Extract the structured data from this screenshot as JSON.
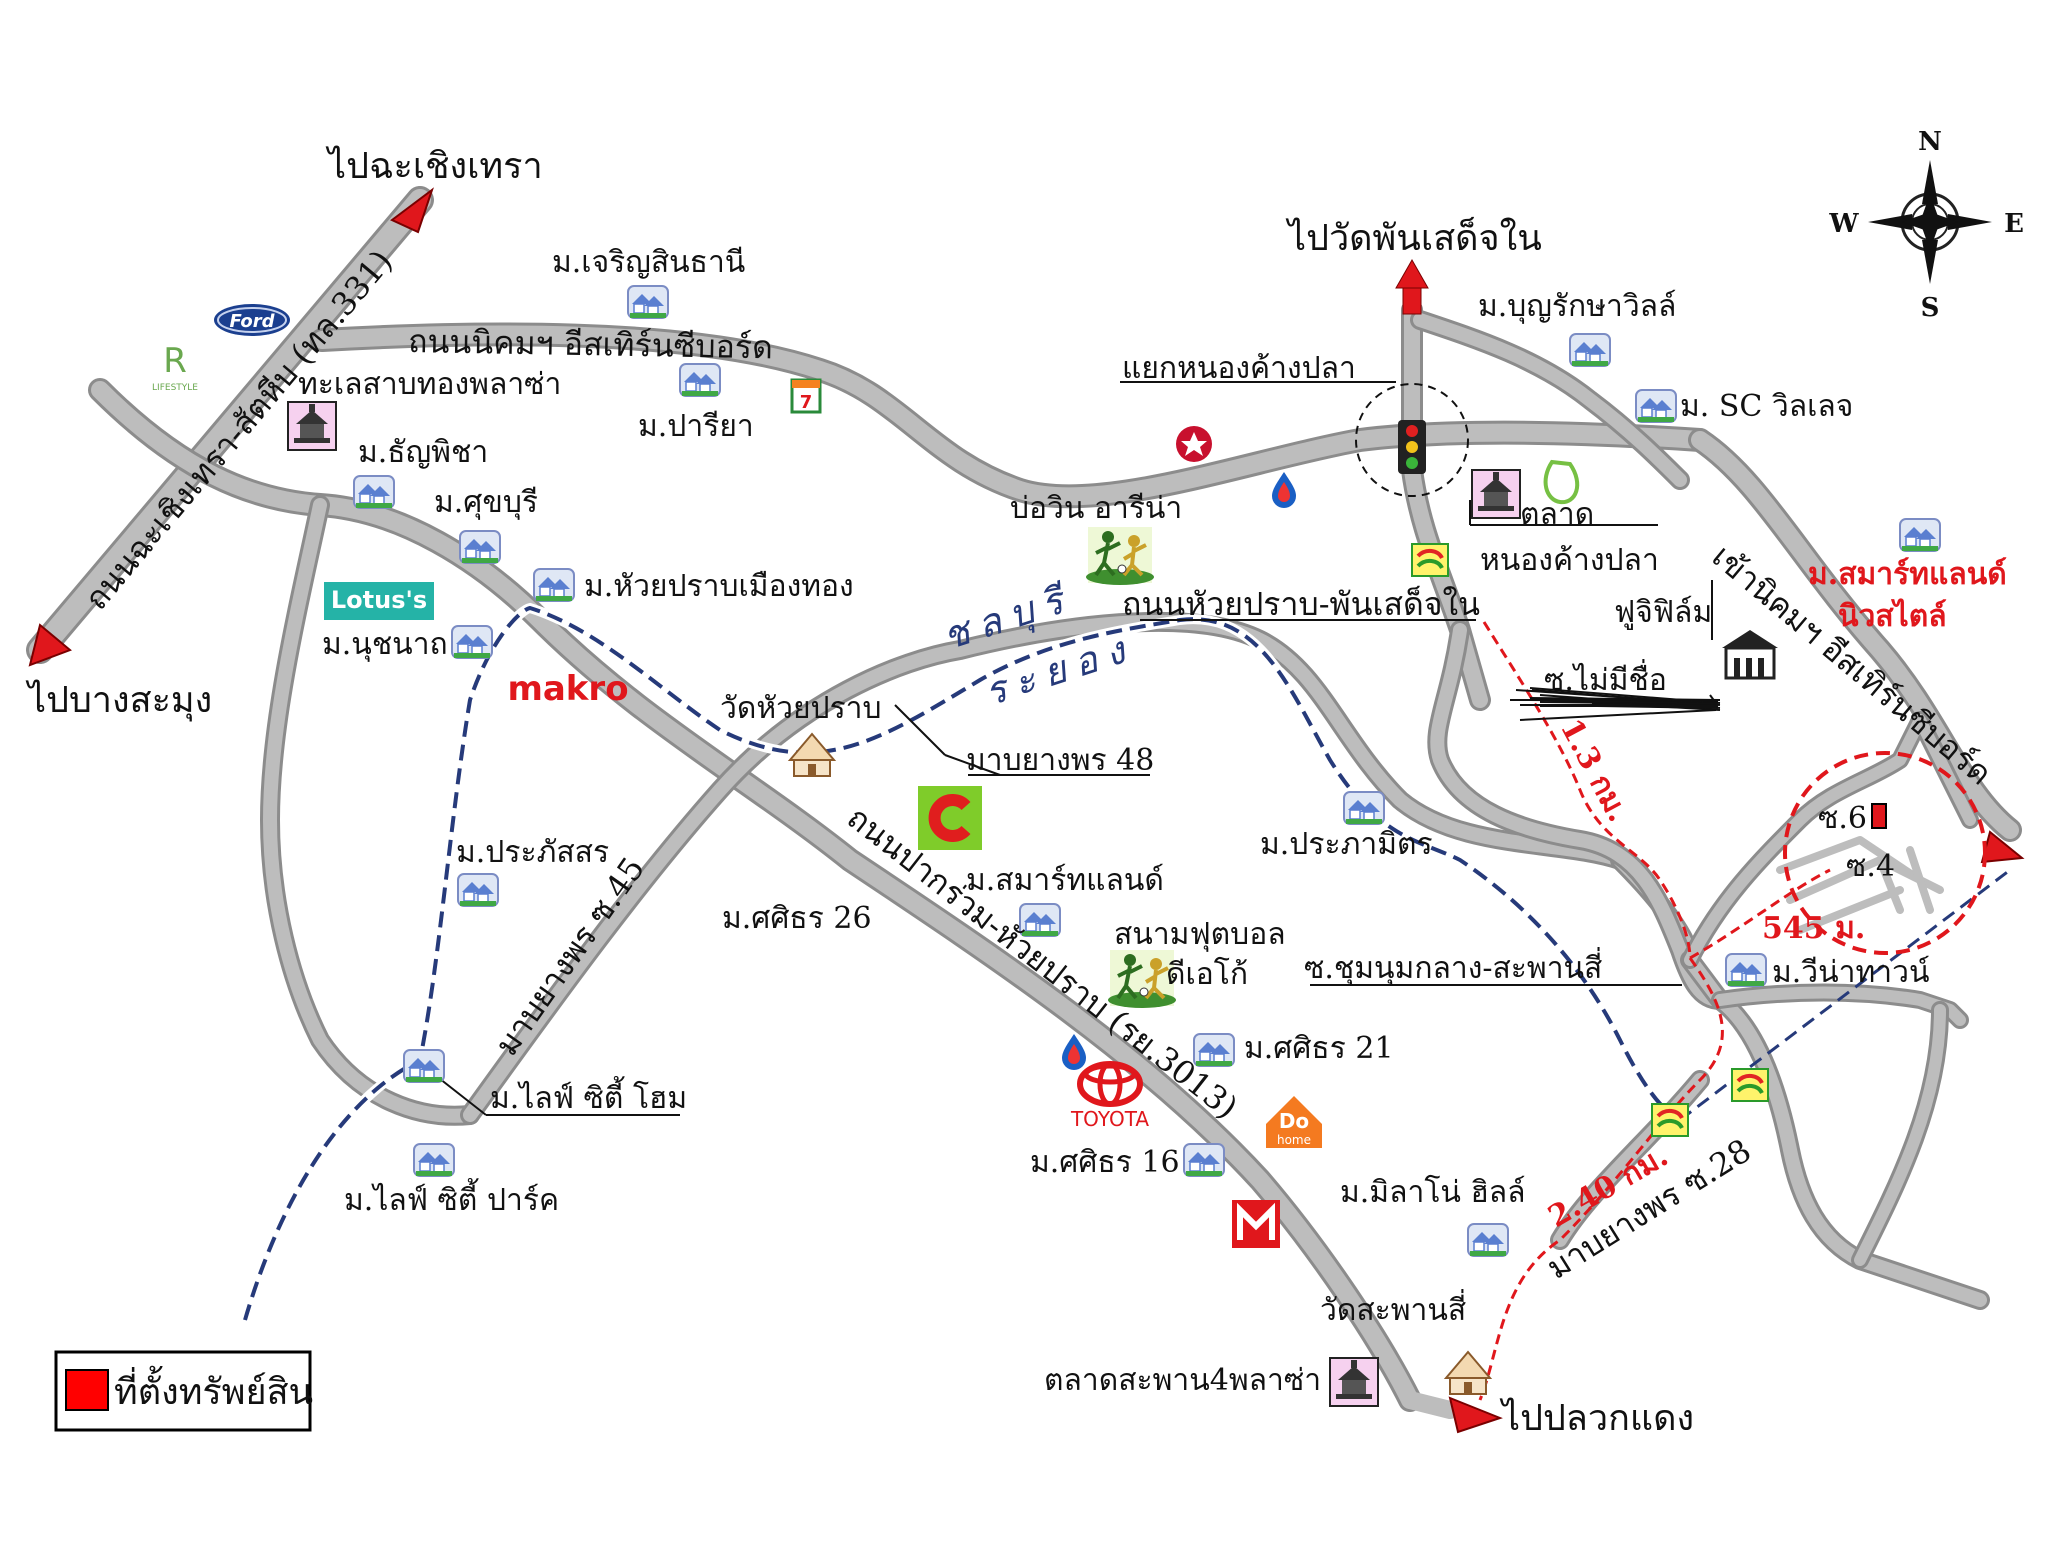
{
  "destinations": {
    "chachoengsao": "ไปฉะเชิงเทรา",
    "bang_samung": "ไปบางสะมุง",
    "wat_phan_sadet_nai": "ไปวัดพันเสด็จใน",
    "pluak_daeng": "ไปปลวกแดง",
    "nikom_entrance": "เข้านิคมฯ อีสเทิร์นซีบอร์ด"
  },
  "roads": {
    "nikom_eastern_seaboard": "ถนนนิคมฯ อีสเทิร์นซีบอร์ด",
    "chachoengsao_sattahip": "ถนนฉะเชิงเทรา-สัตหีบ (ทล.331)",
    "pakkruam_huai_prab": "ถนนปากร่วม-หัวยปราบ (รย.3013)",
    "huai_prab_phan_sadet": "ถนนหัวยปราบ-พันเสด็จใน",
    "mab_yang_phon_45": "มาบยางพร ซ.45",
    "mab_yang_phon_28": "มาบยางพร ซ.28",
    "mab_yang_phon_48": "มาบยางพร 48",
    "soi_chumnum_klang": "ซ.ชุมนุมกลาง-สะพานสี่",
    "soi_mai_mi_chue": "ซ.ไม่มีชื่อ",
    "soi_6": "ซ.6",
    "soi_4": "ซ.4"
  },
  "provinces": {
    "chonburi": "ชลบุรี",
    "rayong": "ระยอง"
  },
  "places": {
    "charoen_sin_thani": "ม.เจริญสินธานี",
    "tha_sathong_plaza": "ทะเลสาบทองพลาซ่า",
    "pariya": "ม.ปารียา",
    "thanya_pitcha": "ม.ธัญพิชา",
    "sukhaburi": "ม.ศุขบุรี",
    "huai_prab_mueang_thong": "ม.หัวยปราบเมืองทอง",
    "nuchanart": "ม.นุชนาถ",
    "prakassorn": "ม.ประภัสสร",
    "life_city_home": "ม.ไลฟ์ ซิตี้ โฮม",
    "life_city_park": "ม.ไลฟ์ ซิตี้ ปาร์ค",
    "wat_huai_prab": "วัดหัวยปราบ",
    "sasithorn_26": "ม.ศศิธร 26",
    "smart_land": "ม.สมาร์ทแลนด์",
    "football_field": "สนามฟุตบอล",
    "d_ego": "ดีเอโก้",
    "sasithorn_21": "ม.ศศิธร 21",
    "sasithorn_16": "ม.ศศิธร 16",
    "milano_hills": "ม.มิลาโน่ ฮิลล์",
    "wat_saphan_si": "วัดสะพานสี่",
    "talat_saphan_plaza": "ตลาดสะพาน4พลาซ่า",
    "bowin_arena": "บ่อวิน อารีน่า",
    "yaek_nong_kang_pla": "แยกหนองค้างปลา",
    "talat": "ตลาด",
    "nong_kang_pla": "หนองค้างปลา",
    "boonrak_villa": "ม.บุญรักษาวิลล์",
    "sc_villa": "ม. SC วิลเลจ",
    "fuji_film": "ฟูจิฟิล์ม",
    "prapa_mit": "ม.ประภามิตร",
    "vina_town": "ม.วีน่าทาวน์",
    "smart_land_new_style_1": "ม.สมาร์ทแลนด์",
    "smart_land_new_style_2": "นิวสไตล์"
  },
  "brands": {
    "ford": "Ford",
    "lotus": "Lotus's",
    "makro": "makro",
    "toyota": "TOYOTA",
    "dohome_1": "Do",
    "dohome_2": "home",
    "seven_eleven": "7"
  },
  "distances": {
    "d1": "1.3 กม.",
    "d2": "545 ม.",
    "d3": "2.40 กม."
  },
  "compass": {
    "n": "N",
    "s": "S",
    "e": "E",
    "w": "W"
  },
  "legend": {
    "label": "ที่ตั้งทรัพย์สิน"
  },
  "colors": {
    "road": "#bdbdbd",
    "arrow": "#e0171c",
    "boundary": "#263a7a",
    "legend_box": "#ff0000"
  }
}
